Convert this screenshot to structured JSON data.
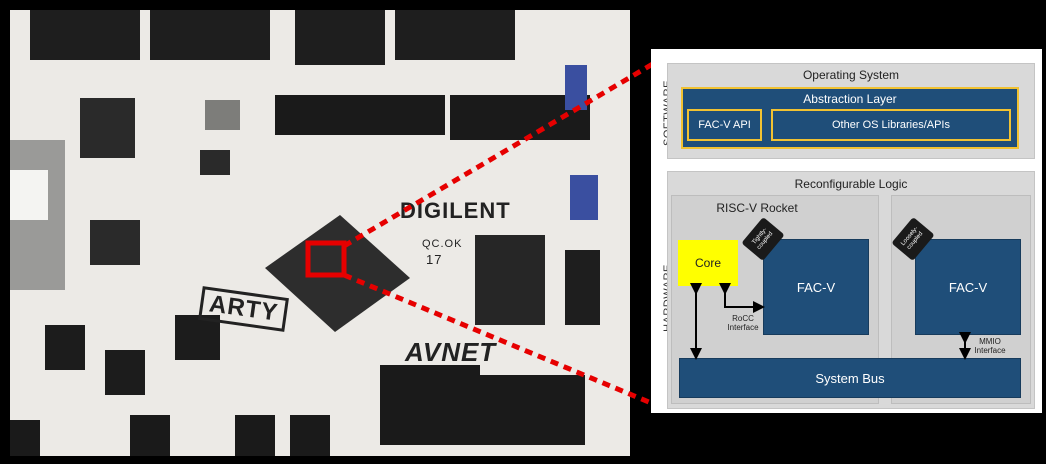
{
  "photo": {
    "brand_digilent": "DIGILENT",
    "brand_arty": "ARTY",
    "brand_avnet": "AVNET",
    "qc_label": "QC.OK",
    "qc_number": "17"
  },
  "diagram": {
    "software_label": "SOFTWARE",
    "hardware_label": "HARDWARE",
    "os_title": "Operating System",
    "abstraction_layer": "Abstraction Layer",
    "facv_api": "FAC-V API",
    "other_libs": "Other OS Libraries/APIs",
    "reconfig_title": "Reconfigurable Logic",
    "riscv_title": "RISC-V Rocket",
    "core": "Core",
    "facv_left": "FAC-V",
    "facv_right": "FAC-V",
    "tightly_coupled": "Tightly-coupled",
    "loosely_coupled": "Loosely-coupled",
    "rocc_interface": "RoCC Interface",
    "mmio_interface": "MMIO Interface",
    "system_bus": "System Bus"
  },
  "colors": {
    "block_blue": "#1f4e79",
    "block_border": "#f1c232",
    "core_yellow": "#ffff00",
    "callout_red": "#e60000",
    "panel_gray": "#d9d9d9"
  }
}
